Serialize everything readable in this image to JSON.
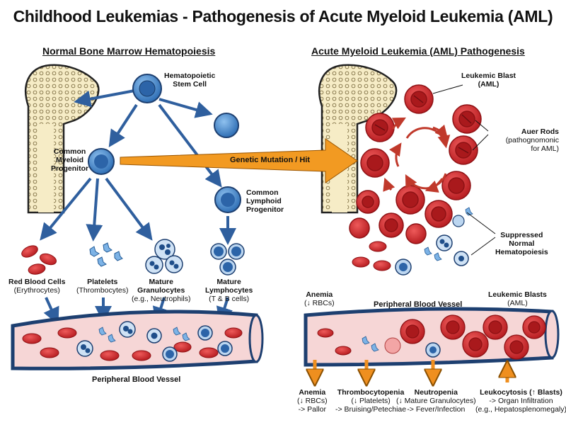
{
  "title": "Childhood Leukemias - Pathogenesis of Acute Myeloid Leukemia (AML)",
  "left_panel": {
    "heading": "Normal Bone Marrow Hematopoiesis",
    "stem_cell": {
      "line1": "Hematopoietic",
      "line2": "Stem Cell"
    },
    "myeloid_progenitor": {
      "line1": "Common",
      "line2": "Myeloid",
      "line3": "Progenitor"
    },
    "lymphoid_progenitor": {
      "line1": "Common",
      "line2": "Lymphoid",
      "line3": "Progenitor"
    },
    "rbc": {
      "line1": "Red Blood Cells",
      "line2": "(Erythrocytes)"
    },
    "platelets": {
      "line1": "Platelets",
      "line2": "(Thrombocytes)"
    },
    "granulocytes": {
      "line1": "Mature",
      "line2": "Granulocytes",
      "line3": "(e.g., Neutrophils)"
    },
    "lymphocytes": {
      "line1": "Mature",
      "line2": "Lymphocytes",
      "line3": "(T & B cells)"
    },
    "vessel": "Peripheral Blood Vessel"
  },
  "mutation_arrow": "Genetic Mutation / Hit",
  "right_panel": {
    "heading": "Acute Myeloid Leukemia (AML) Pathogenesis",
    "blast": {
      "line1": "Leukemic Blast",
      "line2": "(AML)"
    },
    "auer": {
      "line1": "Auer Rods",
      "line2": "(pathognomonic",
      "line3": "for AML)"
    },
    "suppressed": {
      "line1": "Suppressed",
      "line2": "Normal",
      "line3": "Hematopoiesis"
    },
    "anemia_top": {
      "line1": "Anemia",
      "line2": "(↓ RBCs)"
    },
    "vessel": "Peripheral Blood Vessel",
    "blasts_top": {
      "line1": "Leukemic Blasts",
      "line2": "(AML)"
    },
    "outcomes": {
      "anemia": {
        "line1": "Anemia",
        "line2": "(↓ RBCs)",
        "line3": "-> Pallor"
      },
      "thrombo": {
        "line1": "Thrombocytopenia",
        "line2": "(↓ Platelets)",
        "line3": "-> Bruising/Petechiae"
      },
      "neutro": {
        "line1": "Neutropenia",
        "line2": "(↓ Mature Granulocytes)",
        "line3": "-> Fever/Infection"
      },
      "leuko": {
        "line1": "Leukocytosis (↑ Blasts)",
        "line2": "-> Organ Infiltration",
        "line3": "(e.g., Hepatosplenomegaly)"
      }
    }
  },
  "colors": {
    "arrow_blue": "#2f5f9e",
    "cell_blue": "#3a7fc4",
    "rbc_red": "#d8282c",
    "blast_red": "#c9292c",
    "mutation_orange": "#f29a22",
    "bone": "#f6ecc6",
    "vessel_fill": "#f6d6d6"
  }
}
